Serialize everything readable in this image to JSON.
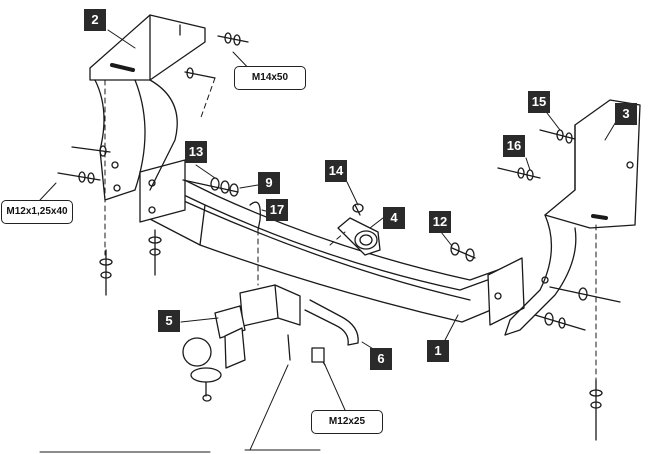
{
  "callouts": {
    "c1": "1",
    "c2": "2",
    "c3": "3",
    "c4": "4",
    "c5": "5",
    "c6": "6",
    "c9": "9",
    "c12": "12",
    "c13": "13",
    "c14": "14",
    "c15": "15",
    "c16": "16",
    "c17": "17"
  },
  "specs": {
    "m14x50": "M14x50",
    "m12x125x40": "M12x1,25x40",
    "m12x25": "M12x25"
  }
}
